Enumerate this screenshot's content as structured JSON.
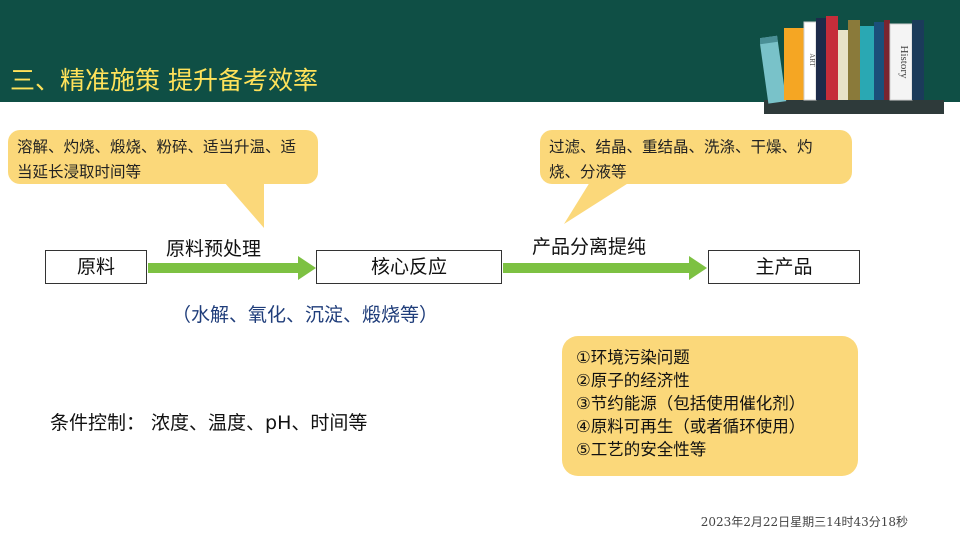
{
  "title": "三、精准施策  提升备考效率",
  "callouts": {
    "pretreatment_methods": "溶解、灼烧、煅烧、粉碎、适当升温、适当延长浸取时间等",
    "separation_methods": "过滤、结晶、重结晶、洗涤、干燥、灼烧、分液等"
  },
  "flow": {
    "raw_material": "原料",
    "core_reaction": "核心反应",
    "main_product": "主产品",
    "step1_label": "原料预处理",
    "step2_label": "产品分离提纯",
    "reaction_types": "（水解、氧化、沉淀、煅烧等）"
  },
  "conditions": "条件控制：  浓度、温度、pH、时间等",
  "green_chemistry": [
    "①环境污染问题",
    "②原子的经济性",
    "③节约能源（包括使用催化剂）",
    "④原料可再生（或者循环使用）",
    "⑤工艺的安全性等"
  ],
  "book_spines": [
    "ART",
    "History"
  ],
  "timestamp": "2023年2月22日星期三14时43分18秒",
  "colors": {
    "header_bg": "#0f4f45",
    "title_text": "#ffe25a",
    "callout_bg": "#fbd87a",
    "arrow_green": "#7dc142"
  }
}
